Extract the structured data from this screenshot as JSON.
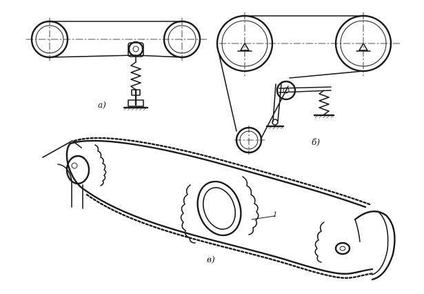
{
  "labels": {
    "fig_a": "a)",
    "fig_b": "б)",
    "fig_c": "в)",
    "part_1": "1"
  }
}
